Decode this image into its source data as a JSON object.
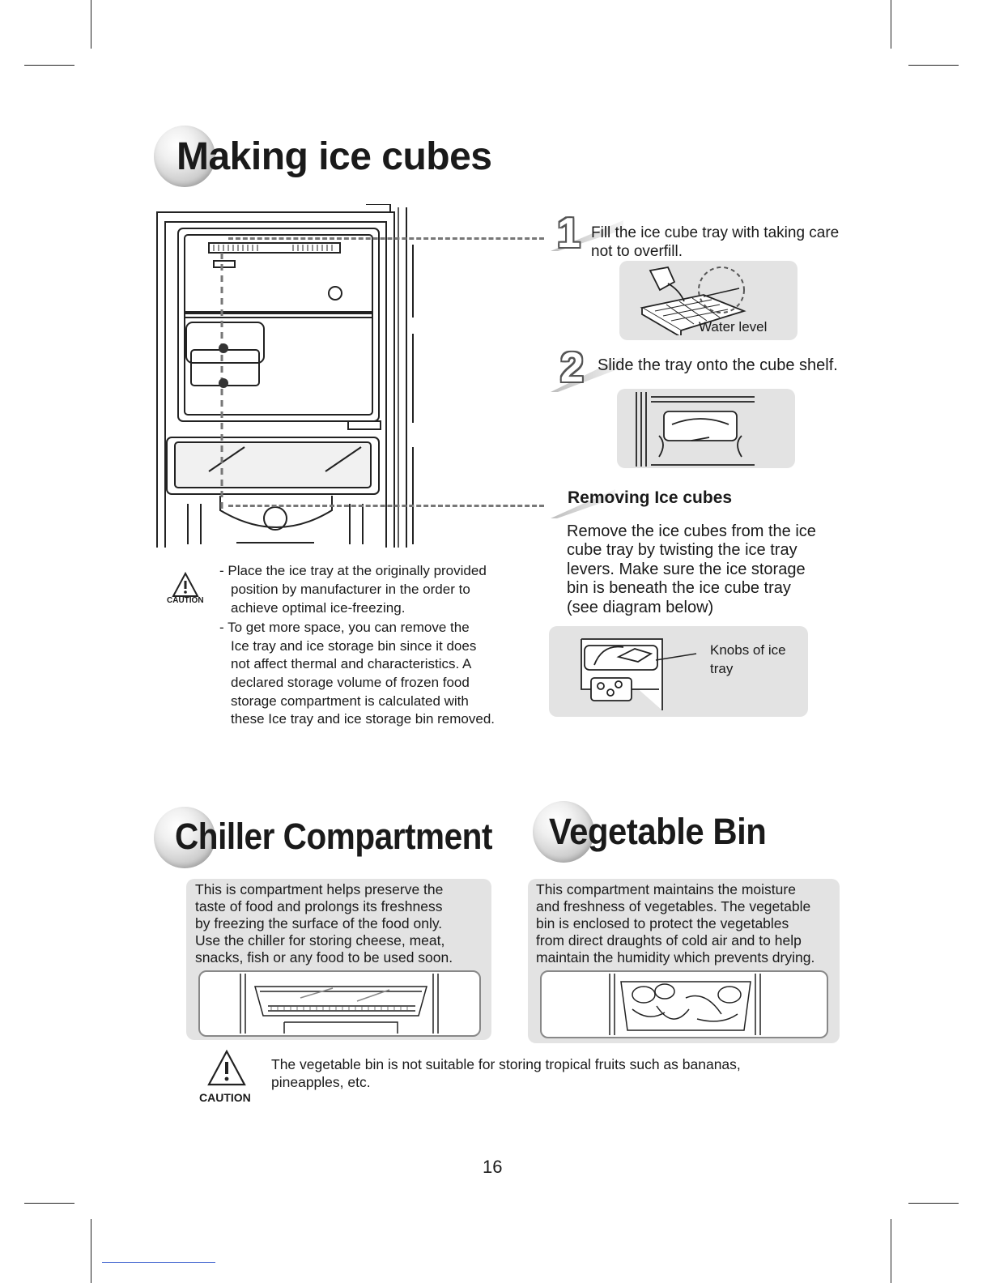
{
  "headings": {
    "making_ice": "Making ice cubes",
    "chiller": "Chiller Compartment",
    "vegetable": "Vegetable Bin"
  },
  "steps": {
    "step1_number": "1",
    "step1_text_line1": "Fill the ice cube tray with taking care",
    "step1_text_line2": "not to overfill.",
    "water_level_label": "Water level",
    "step2_number": "2",
    "step2_text": "Slide the tray onto the cube shelf."
  },
  "removing": {
    "title": "Removing Ice cubes",
    "lines": [
      "Remove the ice cubes from the ice",
      "cube tray by twisting the ice tray",
      "levers. Make sure the ice storage",
      "bin is beneath the ice cube tray",
      "(see diagram below)"
    ],
    "knobs_label_line1": "Knobs of ice",
    "knobs_label_line2": "tray"
  },
  "caution_top": {
    "label": "CAUTION",
    "lines": [
      "- Place the ice tray at the originally provided",
      "position by manufacturer in the order to",
      "achieve optimal ice-freezing.",
      "- To get more space, you can remove the",
      "Ice tray and ice storage bin since it does",
      "not affect thermal and characteristics. A",
      "declared storage volume of frozen food",
      "storage compartment is calculated with",
      "these Ice tray and ice storage bin removed."
    ]
  },
  "chiller_text": [
    "This is compartment helps preserve the",
    "taste of food and prolongs its freshness",
    "by freezing the surface of the food only.",
    "Use the chiller for storing cheese, meat,",
    "snacks, fish or any food to be used soon."
  ],
  "vegetable_text": [
    "This compartment maintains the moisture",
    "and freshness of vegetables. The vegetable",
    "bin is enclosed to protect the vegetables",
    "from direct draughts of cold air and to help",
    "maintain the humidity which prevents drying."
  ],
  "caution_bottom": {
    "label": "CAUTION",
    "line1": "The vegetable bin is not suitable for storing tropical fruits such as bananas,",
    "line2": "pineapples, etc."
  },
  "page_number": "16",
  "icons": [
    "caution-triangle-icon",
    "heading-bubble-icon"
  ]
}
